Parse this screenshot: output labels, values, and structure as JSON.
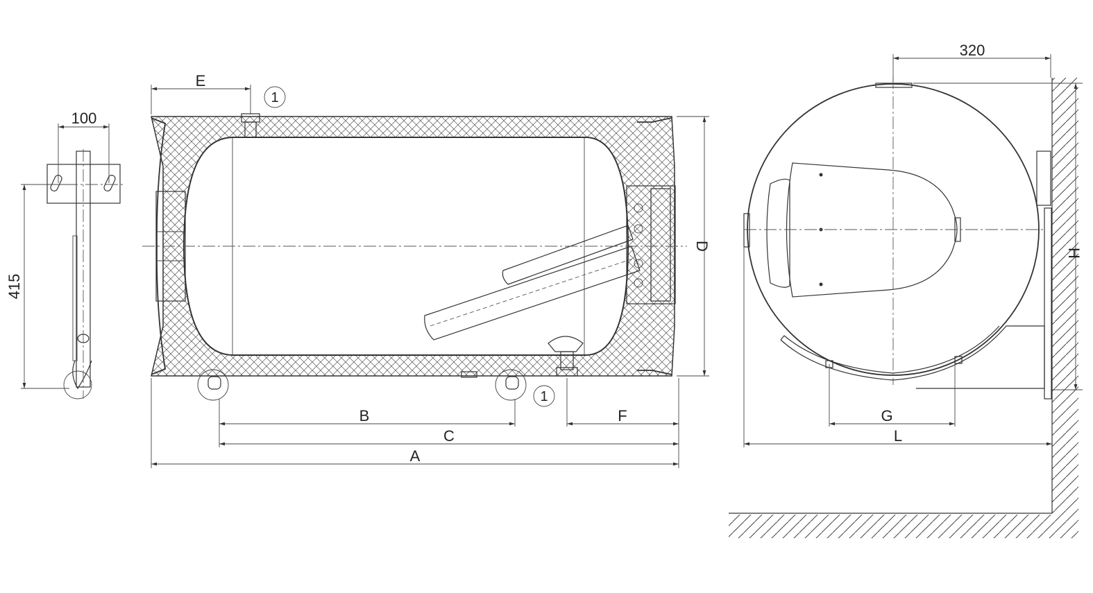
{
  "labels": {
    "bracket_width": "100",
    "bracket_height": "415",
    "dim_e": "E",
    "dim_d": "D",
    "dim_b": "B",
    "dim_c": "C",
    "dim_a": "A",
    "dim_f": "F",
    "connection_top": "1",
    "connection_bottom": "1",
    "side_offset": "320",
    "dim_h": "H",
    "dim_g": "G",
    "dim_l": "L"
  }
}
